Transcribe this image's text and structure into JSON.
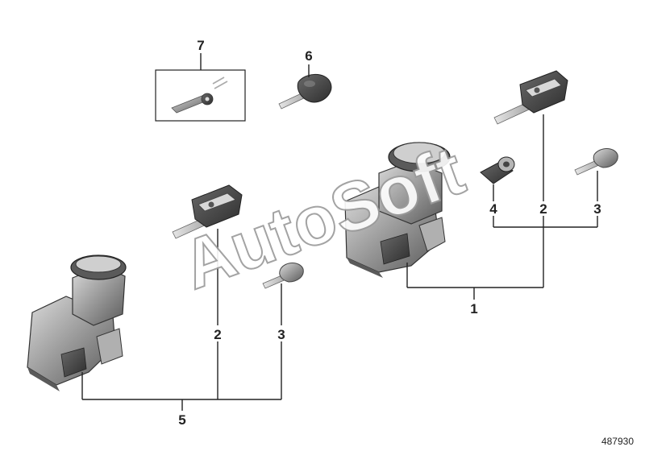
{
  "callouts": {
    "c1": "1",
    "c2a": "2",
    "c2b": "2",
    "c3a": "3",
    "c3b": "3",
    "c4": "4",
    "c5": "5",
    "c6": "6",
    "c7": "7"
  },
  "reference_number": "487930",
  "watermark": "AutoSoft",
  "colors": {
    "part_dark": "#4a4a4a",
    "part_mid": "#8c8c8c",
    "part_light": "#cfcfcf",
    "line": "#222222"
  }
}
